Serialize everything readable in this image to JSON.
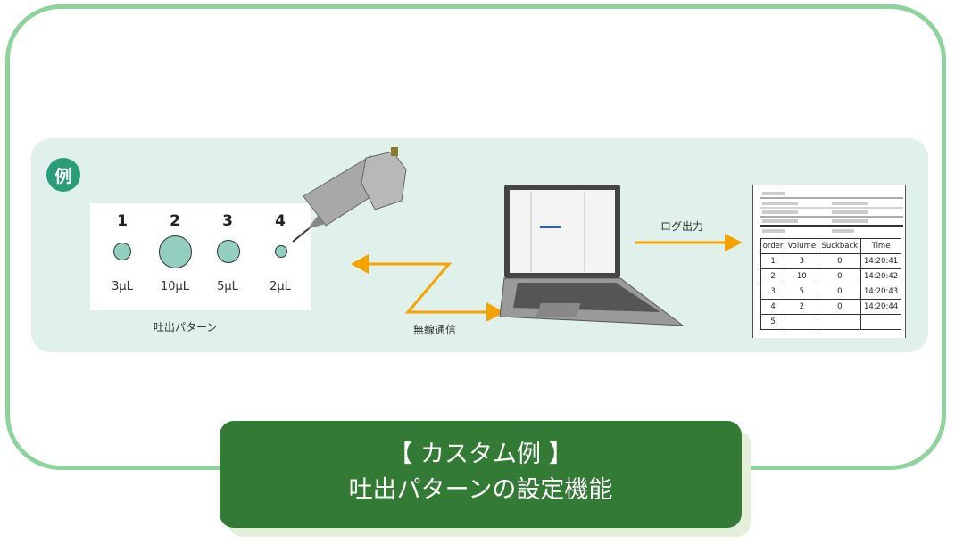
{
  "badge": "例",
  "pattern": {
    "items": [
      {
        "order": "1",
        "volume": "3μL"
      },
      {
        "order": "2",
        "volume": "10μL"
      },
      {
        "order": "3",
        "volume": "5μL"
      },
      {
        "order": "4",
        "volume": "2μL"
      }
    ],
    "caption": "吐出パターン"
  },
  "wireless_label": "無線通信",
  "log_label": "ログ出力",
  "log_table": {
    "headers": [
      "order",
      "Volume",
      "Suckback",
      "Time"
    ],
    "rows": [
      [
        "1",
        "3",
        "0",
        "14:20:41"
      ],
      [
        "2",
        "10",
        "0",
        "14:20:42"
      ],
      [
        "3",
        "5",
        "0",
        "14:20:43"
      ],
      [
        "4",
        "2",
        "0",
        "14:20:44"
      ],
      [
        "5",
        "",
        "",
        ""
      ]
    ]
  },
  "title": {
    "line1": "【 カスタム例 】",
    "line2": "吐出パターンの設定機能"
  },
  "colors": {
    "accent": "#f5a300",
    "border": "#8dd39b",
    "title_bg": "#337a35",
    "panel": "#e0f0ea"
  }
}
